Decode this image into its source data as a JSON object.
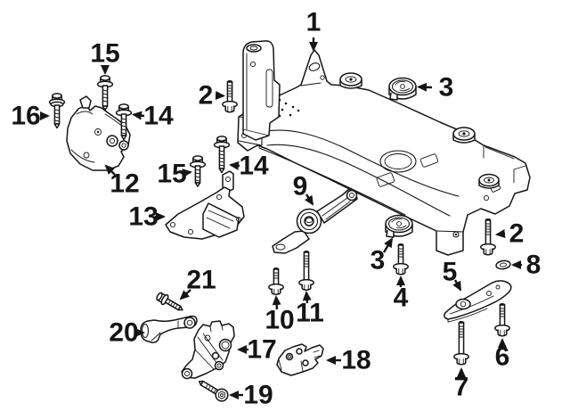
{
  "diagram": {
    "kind": "exploded-parts-diagram",
    "subject": "engine-and-subframe-mounting",
    "background_color": "#ffffff",
    "ink_color": "#151515",
    "callouts": [
      {
        "label": "1",
        "part": "subframe-crossmember"
      },
      {
        "label": "15",
        "part": "mount-screw-upper"
      },
      {
        "label": "16",
        "part": "stud-bolt"
      },
      {
        "label": "14",
        "part": "mount-screw-right-upper"
      },
      {
        "label": "2",
        "part": "subframe-bolt-left"
      },
      {
        "label": "3",
        "part": "mount-bushing-upper"
      },
      {
        "label": "12",
        "part": "engine-mount"
      },
      {
        "label": "15",
        "part": "mount-screw-lower"
      },
      {
        "label": "14",
        "part": "mount-screw-right-lower"
      },
      {
        "label": "13",
        "part": "transmission-mount"
      },
      {
        "label": "9",
        "part": "torque-arm-mount"
      },
      {
        "label": "3",
        "part": "mount-bushing-lower"
      },
      {
        "label": "2",
        "part": "subframe-bolt-right"
      },
      {
        "label": "8",
        "part": "washer"
      },
      {
        "label": "4",
        "part": "bushing-bolt"
      },
      {
        "label": "5",
        "part": "support-bracket"
      },
      {
        "label": "10",
        "part": "torque-arm-bolt-short"
      },
      {
        "label": "11",
        "part": "torque-arm-bolt-long"
      },
      {
        "label": "21",
        "part": "link-bolt"
      },
      {
        "label": "20",
        "part": "link-bracket"
      },
      {
        "label": "17",
        "part": "mount-support-bracket"
      },
      {
        "label": "18",
        "part": "stopper-bracket"
      },
      {
        "label": "19",
        "part": "bracket-bolt"
      },
      {
        "label": "6",
        "part": "support-bolt-short"
      },
      {
        "label": "7",
        "part": "support-bolt-long"
      }
    ]
  }
}
